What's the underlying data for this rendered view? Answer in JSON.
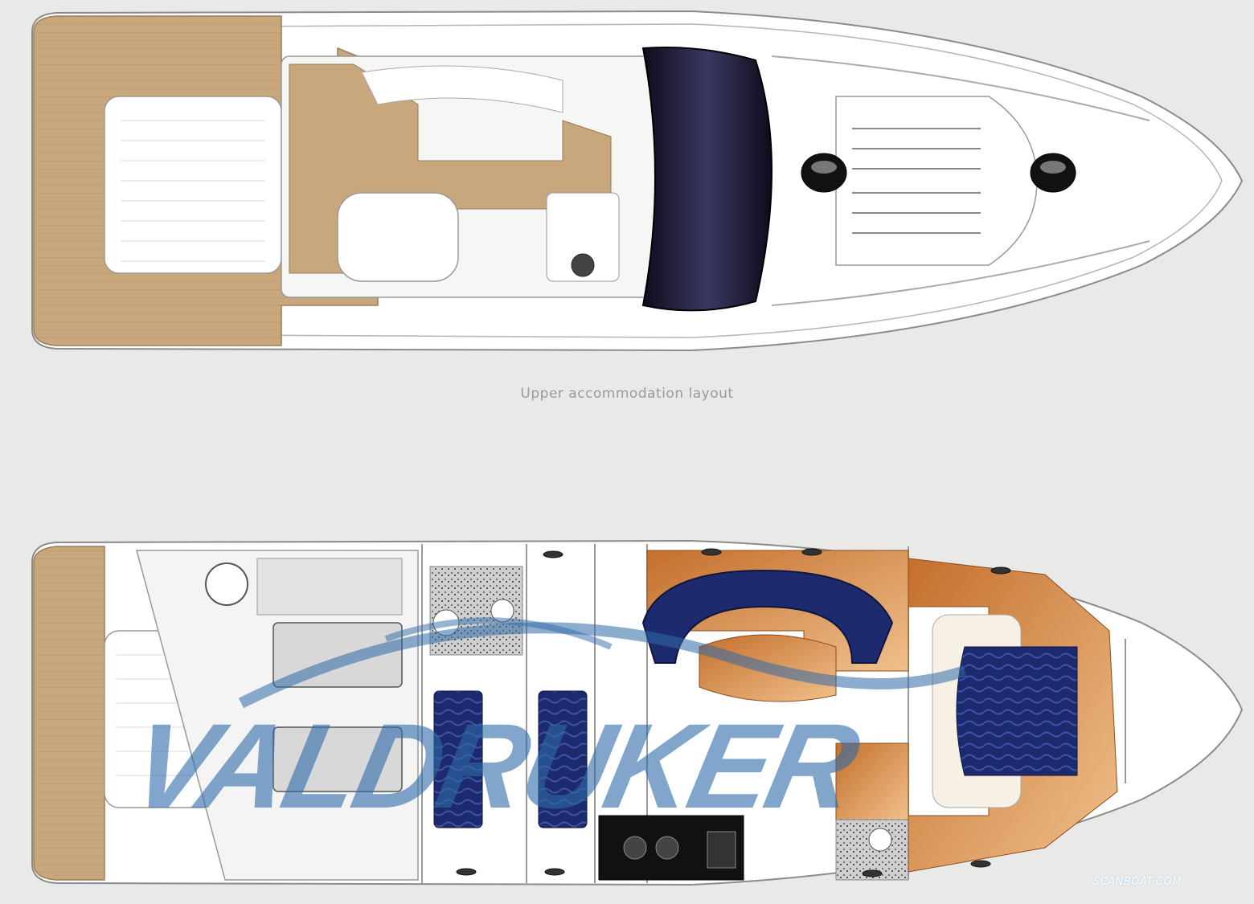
{
  "upper_caption": "Upper accommodation layout",
  "watermark_text": "VALDRUKER",
  "credit_text": "SCANBOAT.COM",
  "colors": {
    "background": "#e9e9e7",
    "teak": "#c9a77d",
    "hull": "#ffffff",
    "windscreen": "#1c1a33",
    "upholstery_blue": "#1d2a6e",
    "wood": "#d9904a",
    "watermark": "#2f6aa8"
  }
}
